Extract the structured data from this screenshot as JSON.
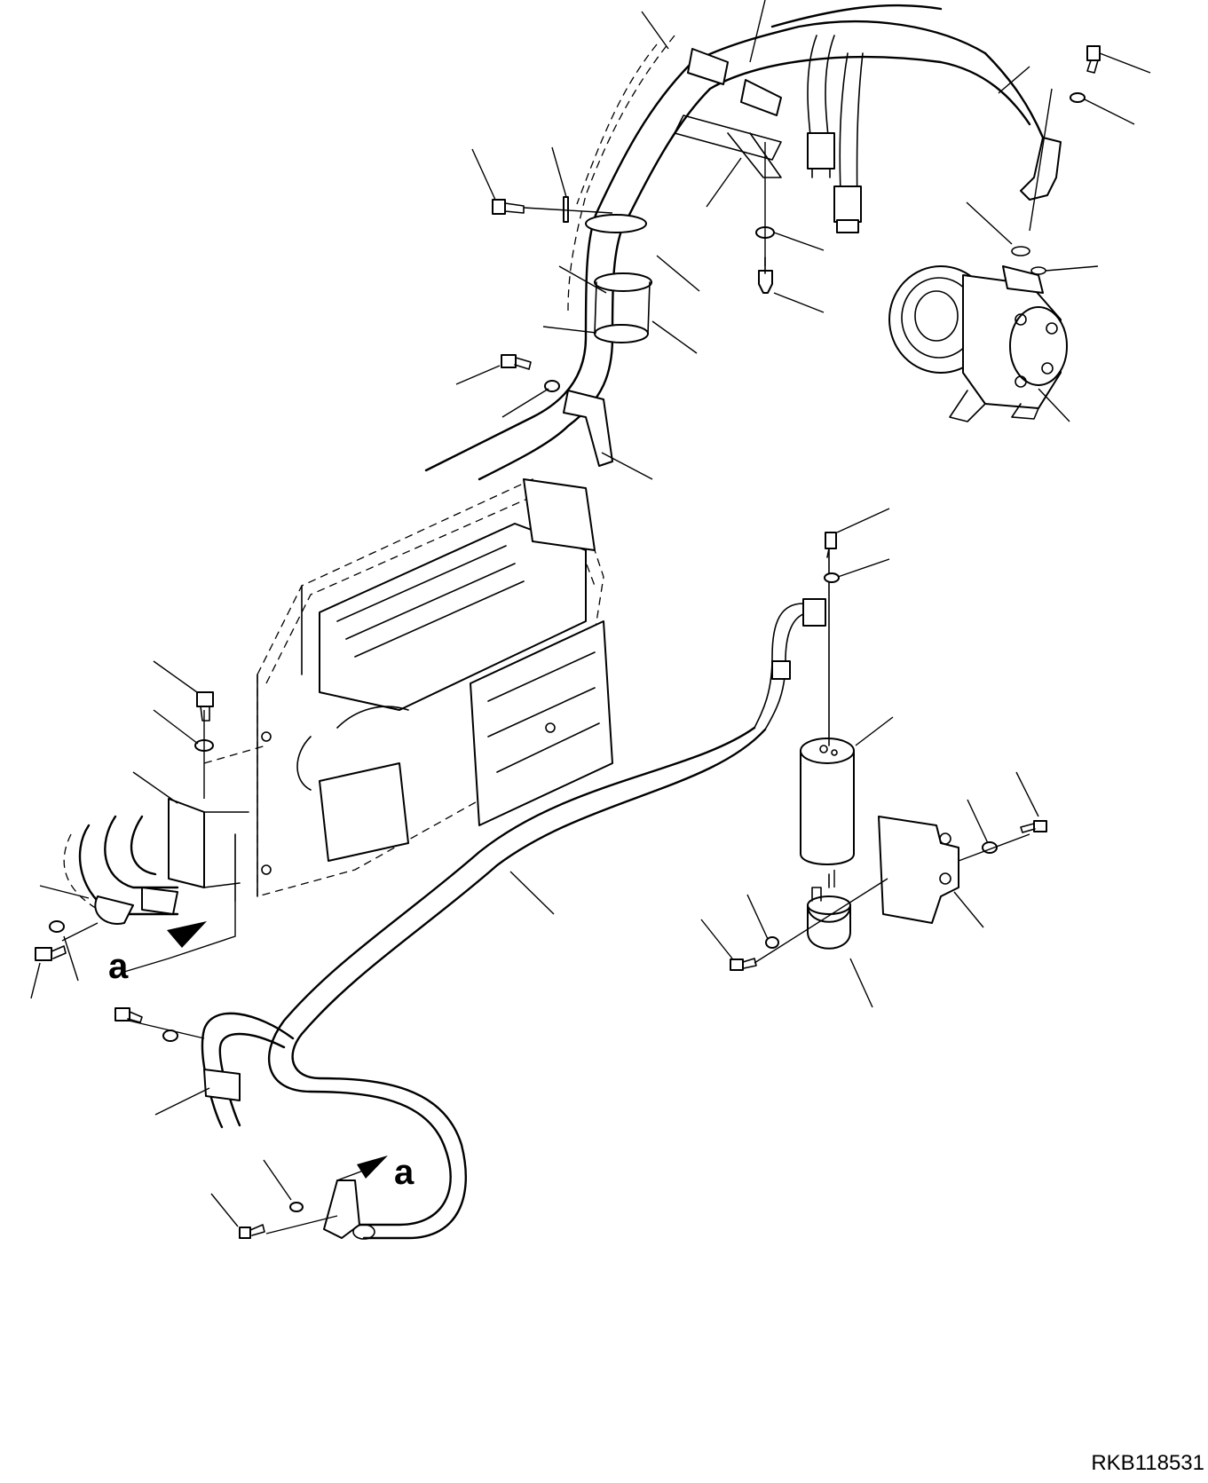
{
  "view_callouts": [
    "a",
    "a"
  ],
  "drawing_code": "RKB118531"
}
